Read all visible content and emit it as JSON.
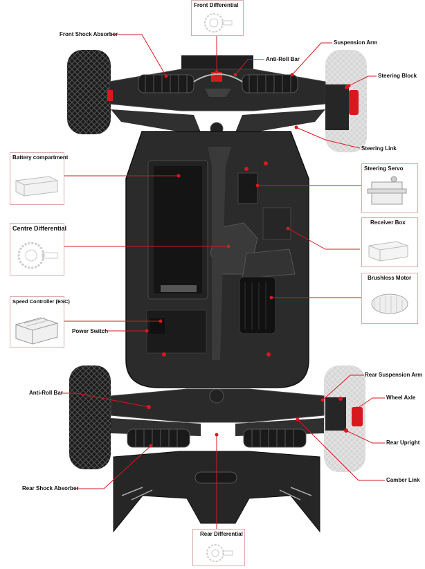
{
  "colors": {
    "leader": "#d7191f",
    "chassis": "#2b2b2b",
    "tire": "#1e1e1e",
    "ghost": "#cfcfcf",
    "red_parts": "#d7191f",
    "box_border": "#d9aaaa"
  },
  "labels": {
    "front_differential": "Front Differential",
    "front_shock_absorber": "Front Shock Absorber",
    "suspension_arm": "Suspension Arm",
    "anti_roll_bar_front": "Anti-Roll Bar",
    "steering_block": "Steering Block",
    "steering_link": "Steering Link",
    "battery_compartment": "Battery compartment",
    "steering_servo": "Steering Servo",
    "centre_differential": "Centre Differential",
    "receiver_box": "Receiver Box",
    "brushless_motor": "Brushless Motor",
    "speed_controller": "Speed Controller (ESC)",
    "power_switch": "Power Switch",
    "rear_suspension_arm": "Rear Suspension Arm",
    "anti_roll_bar_rear": "Anti-Roll Bar",
    "wheel_axle": "Wheel Axle",
    "rear_upright": "Rear Upright",
    "camber_link": "Camber Link",
    "rear_shock_absorber": "Rear Shock Absorber",
    "rear_differential": "Rear Differential"
  },
  "icons": {
    "battery": "battery-pack-icon",
    "servo": "servo-icon",
    "receiver": "receiver-box-icon",
    "motor": "brushless-motor-icon",
    "esc": "esc-icon",
    "gear": "differential-gear-icon"
  }
}
